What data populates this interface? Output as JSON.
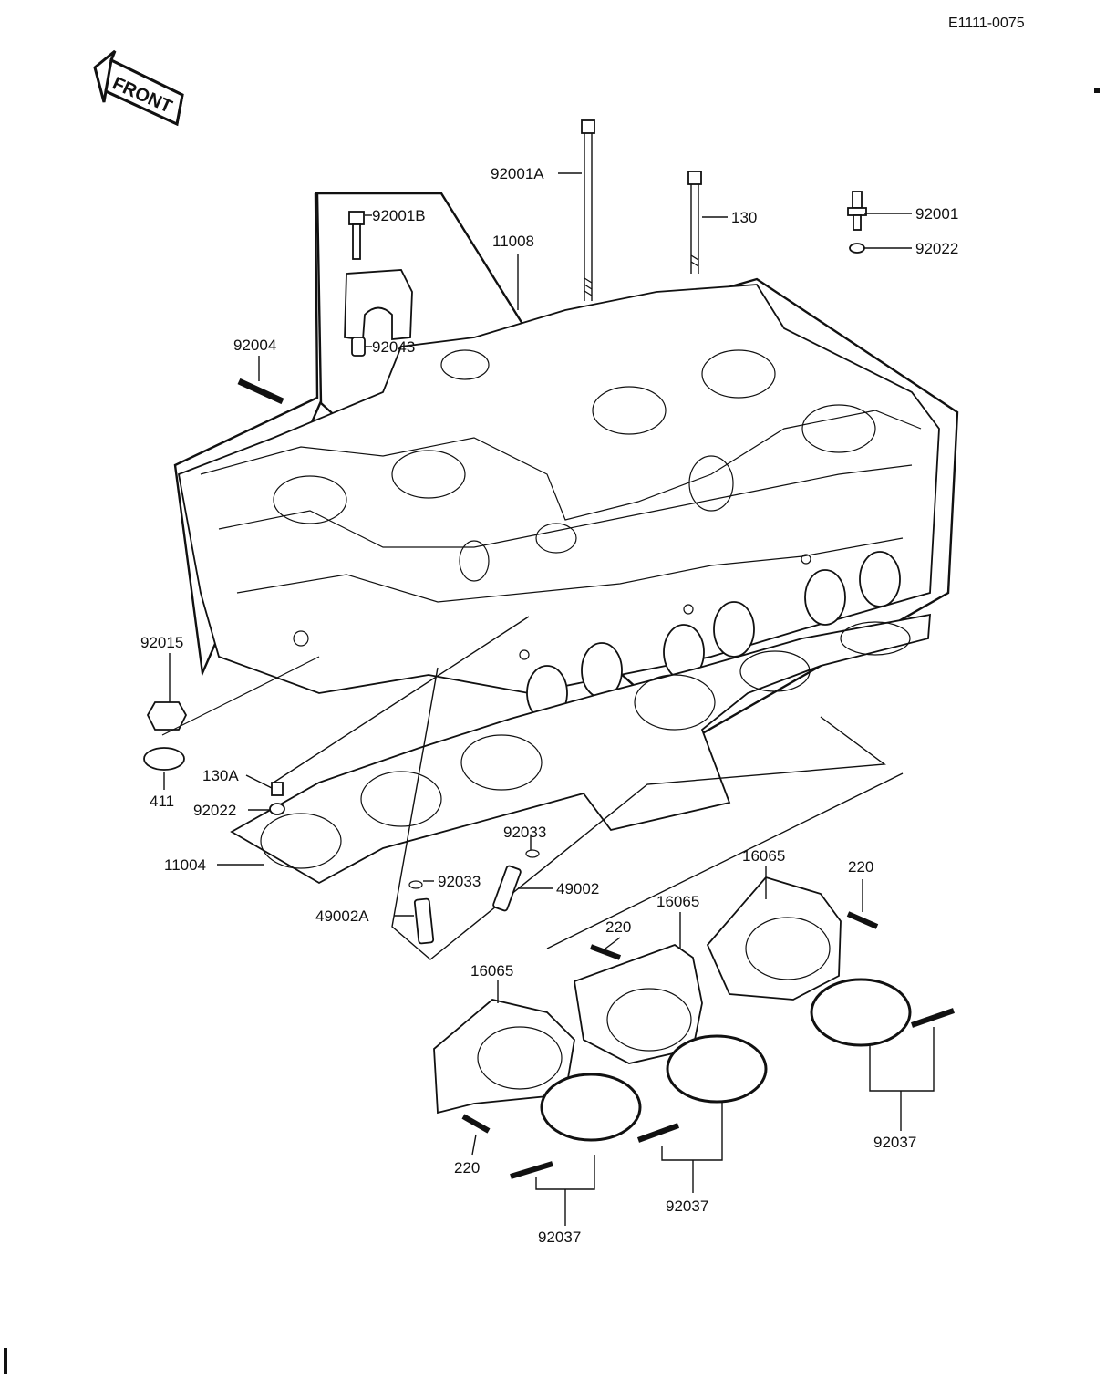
{
  "doc_code": "E1111-0075",
  "front_arrow_text": "FRONT",
  "labels": [
    {
      "id": "l1",
      "text": "92001A"
    },
    {
      "id": "l2",
      "text": "130"
    },
    {
      "id": "l3",
      "text": "92001"
    },
    {
      "id": "l4",
      "text": "92022"
    },
    {
      "id": "l5",
      "text": "92001B"
    },
    {
      "id": "l6",
      "text": "11008"
    },
    {
      "id": "l7",
      "text": "92004"
    },
    {
      "id": "l8",
      "text": "92043"
    },
    {
      "id": "l9",
      "text": "92015"
    },
    {
      "id": "l10",
      "text": "130A"
    },
    {
      "id": "l11",
      "text": "92022"
    },
    {
      "id": "l12",
      "text": "411"
    },
    {
      "id": "l13",
      "text": "11004"
    },
    {
      "id": "l14",
      "text": "92033"
    },
    {
      "id": "l15",
      "text": "92033"
    },
    {
      "id": "l16",
      "text": "49002"
    },
    {
      "id": "l17",
      "text": "49002A"
    },
    {
      "id": "l18",
      "text": "16065"
    },
    {
      "id": "l19",
      "text": "220"
    },
    {
      "id": "l20",
      "text": "16065"
    },
    {
      "id": "l21",
      "text": "220"
    },
    {
      "id": "l22",
      "text": "16065"
    },
    {
      "id": "l23",
      "text": "220"
    },
    {
      "id": "l24",
      "text": "92037"
    },
    {
      "id": "l25",
      "text": "92037"
    },
    {
      "id": "l26",
      "text": "92037"
    }
  ]
}
